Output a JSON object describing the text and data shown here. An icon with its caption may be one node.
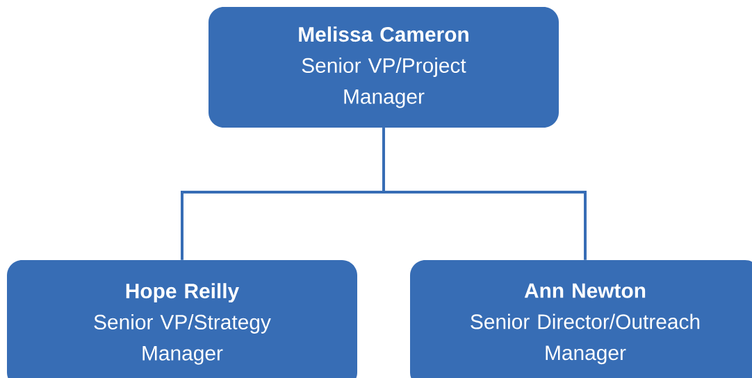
{
  "diagram": {
    "nodes": [
      {
        "text": [
          "Melissa Cameron",
          "Senior VP/Project Manager"
        ]
      },
      {
        "text": [
          "Hope Reilly",
          "Senior VP/Strategy Manager"
        ]
      },
      {
        "text": [
          "Ann Newton",
          "Senior Director/Outreach Manager"
        ]
      }
    ],
    "edges": [
      {
        "from": 0,
        "to": 1,
        "arrow": "none"
      },
      {
        "from": 0,
        "to": 2,
        "arrow": "none"
      }
    ]
  }
}
